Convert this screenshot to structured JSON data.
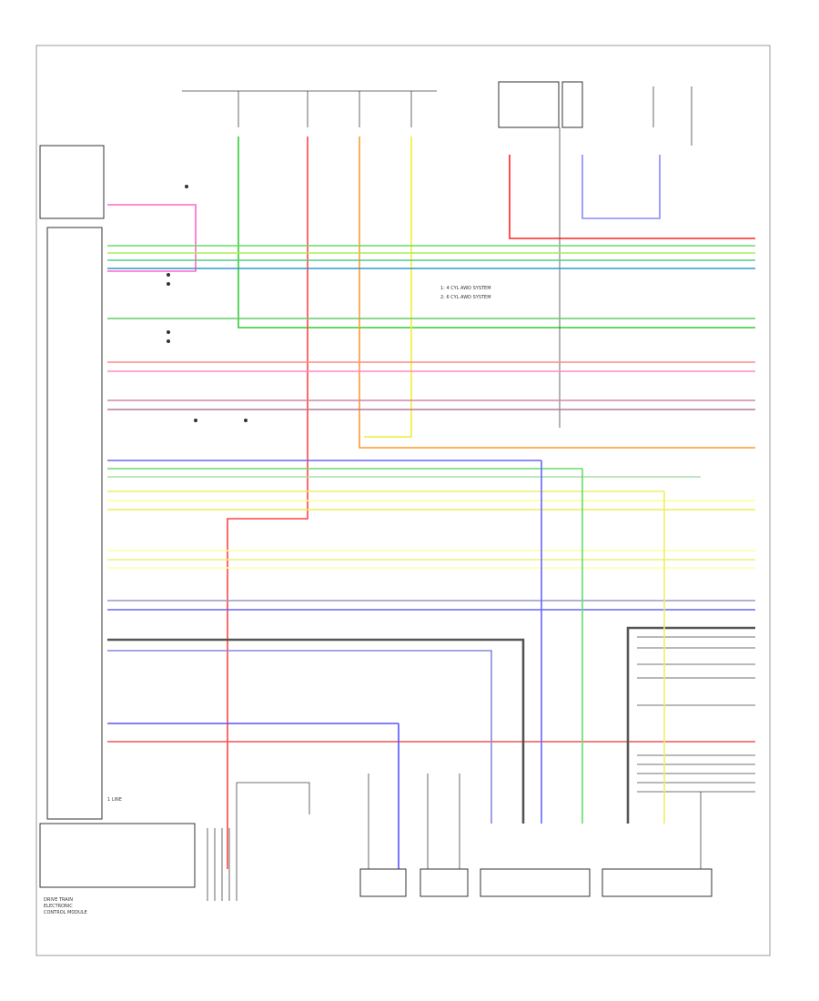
{
  "figure": {
    "left_module_caption": [
      "DRIVE TRAIN",
      "ELECTRONIC",
      "CONTROL MODULE"
    ]
  },
  "labels": {
    "legend": [
      "1: 4 CYL AWD SYSTEM",
      "2: 6 CYL AWD SYSTEM"
    ],
    "bottom_right_note": "1 LINE"
  }
}
